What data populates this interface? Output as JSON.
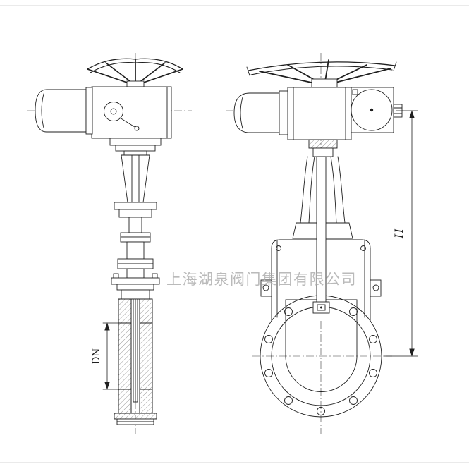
{
  "watermark": {
    "text": "上海湖泉阀门集团有限公司",
    "color": "#a9a9a9"
  },
  "dimensions": {
    "bore_label": "DN",
    "height_label": "H"
  },
  "colors": {
    "line": "#1f1f1f",
    "centerline": "#3a3a3a",
    "background": "#ffffff"
  }
}
